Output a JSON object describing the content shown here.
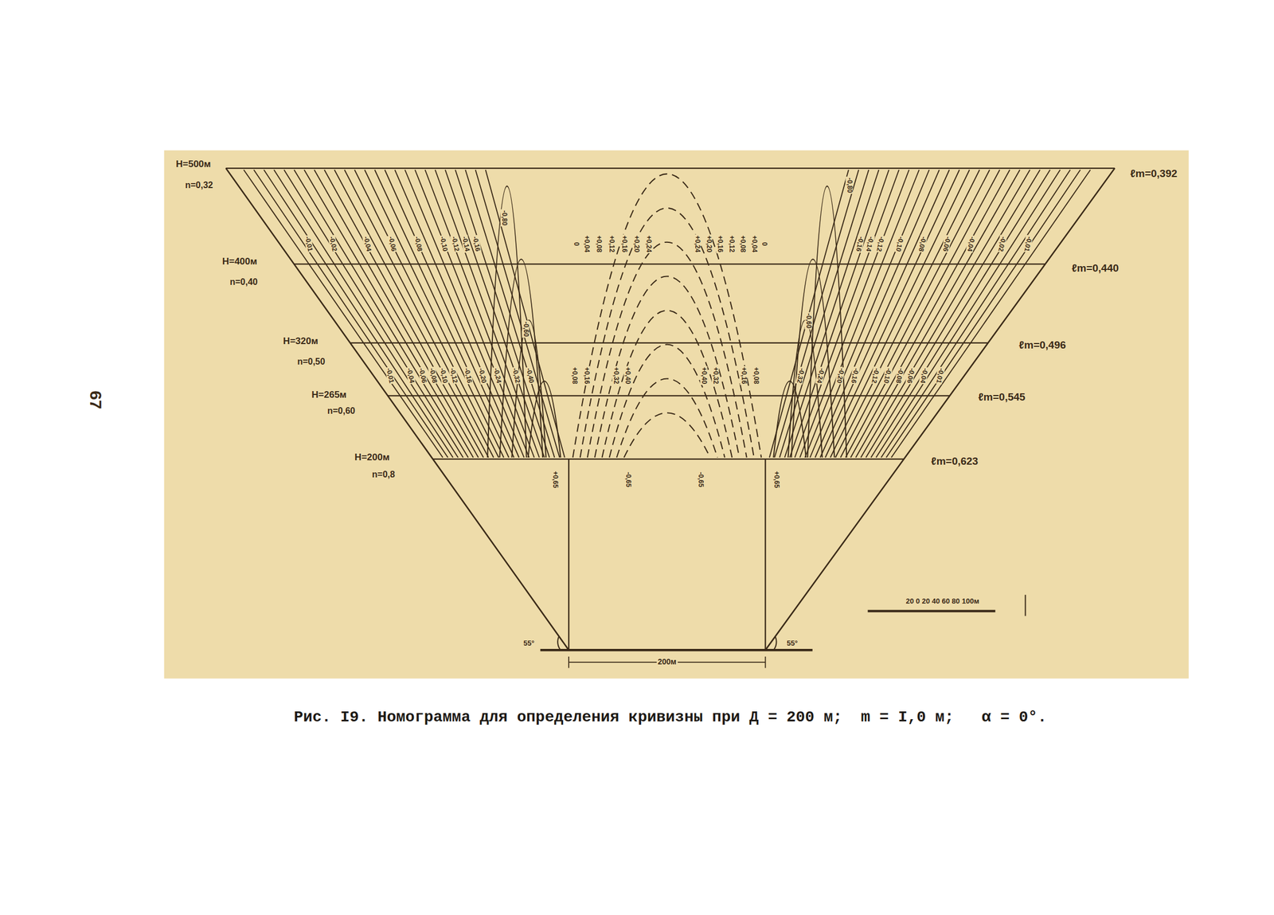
{
  "diagram": {
    "caption": "Рис. I9. Номограмма для определения кривизны при Д = 200 м;  m = I,0 м;   α = 0°.",
    "labels": [
      "H=500м",
      "n=0,32",
      "H=400м",
      "n=0,40",
      "H=320м",
      "n=0,50",
      "H=265м",
      "n=0,60",
      "H=200м",
      "n=0,8",
      "ℓm=0,392",
      "ℓm=0,440",
      "ℓm=0,496",
      "ℓm=0,545",
      "ℓm=0,623",
      "55°",
      "55°",
      "200м",
      "20 0 20 40 60 80 100м",
      "67",
      "-0,01",
      "-0,02",
      "-0,04",
      "-0,06",
      "-0,08",
      "-0,10",
      "-0,12",
      "-0,14",
      "-0,16",
      "0",
      "+0,04",
      "+0,08",
      "+0,12",
      "+0,16",
      "+0,20",
      "+0,24",
      "+0,24",
      "+0,20",
      "+0,16",
      "+0,12",
      "+0,08",
      "+0,04",
      "0",
      "-0,16",
      "-0,14",
      "-0,12",
      "-0,10",
      "-0,08",
      "-0,06",
      "-0,04",
      "-0,02",
      "-0,01",
      "-0,01",
      "-0,04",
      "-0,06",
      "-0,08",
      "-0,10",
      "-0,12",
      "-0,16",
      "-0,20",
      "-0,24",
      "-0,32",
      "-0,40",
      "+0,08",
      "+0,16",
      "+0,32",
      "+0,40",
      "+0,40",
      "+0,32",
      "+0,16",
      "+0,08",
      "-0,32",
      "-0,24",
      "-0,20",
      "-0,16",
      "-0,12",
      "-0,10",
      "-0,08",
      "-0,06",
      "-0,04",
      "-0,01",
      "+0,65",
      "-0,65",
      "-0,65",
      "+0,65",
      "-0,80",
      "-0,80",
      "-0,60",
      "-0,60"
    ]
  }
}
